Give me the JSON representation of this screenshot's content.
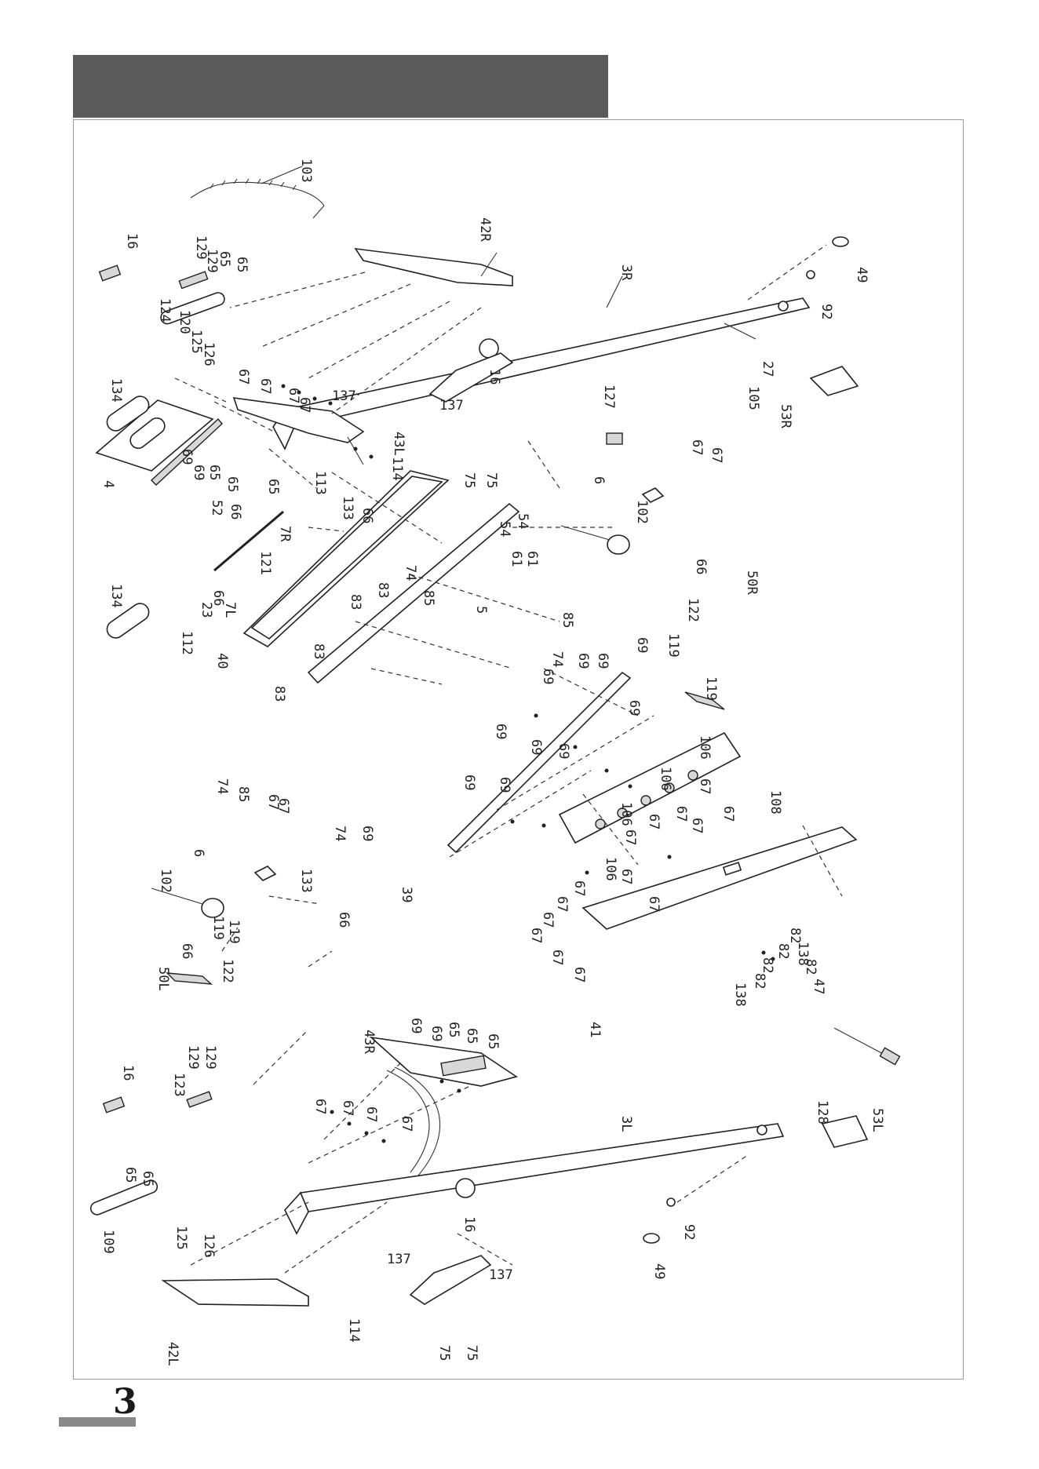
{
  "page": {
    "number": "3"
  },
  "diagram": {
    "labels": [
      "103",
      "42R",
      "3R",
      "16",
      "129",
      "129",
      "65",
      "65",
      "124",
      "120",
      "125",
      "126",
      "67",
      "67",
      "67",
      "67",
      "137",
      "137",
      "16",
      "134",
      "69",
      "69",
      "65",
      "65",
      "65",
      "43L",
      "113",
      "114",
      "75",
      "75",
      "127",
      "105",
      "27",
      "92",
      "49",
      "53R",
      "4",
      "52",
      "66",
      "7R",
      "66",
      "133",
      "6",
      "67",
      "67",
      "102",
      "54",
      "54",
      "61",
      "61",
      "134",
      "112",
      "23",
      "66",
      "7L",
      "121",
      "40",
      "83",
      "83",
      "83",
      "83",
      "74",
      "85",
      "85",
      "74",
      "5",
      "69",
      "69",
      "69",
      "69",
      "69",
      "69",
      "69",
      "69",
      "69",
      "69",
      "66",
      "50R",
      "122",
      "119",
      "119",
      "106",
      "106",
      "106",
      "106",
      "108",
      "67",
      "67",
      "67",
      "67",
      "67",
      "67",
      "67",
      "67",
      "67",
      "67",
      "67",
      "67",
      "67",
      "67",
      "74",
      "85",
      "67",
      "6",
      "67",
      "74",
      "69",
      "39",
      "102",
      "133",
      "66",
      "50L",
      "66",
      "119",
      "119",
      "122",
      "41",
      "82",
      "82",
      "138",
      "82",
      "82",
      "82",
      "47",
      "138",
      "128",
      "53L",
      "16",
      "129",
      "129",
      "123",
      "43R",
      "69",
      "69",
      "65",
      "65",
      "65",
      "3L",
      "67",
      "67",
      "67",
      "67",
      "109",
      "65",
      "65",
      "125",
      "126",
      "137",
      "137",
      "16",
      "92",
      "49",
      "42L",
      "114",
      "75",
      "75"
    ]
  }
}
